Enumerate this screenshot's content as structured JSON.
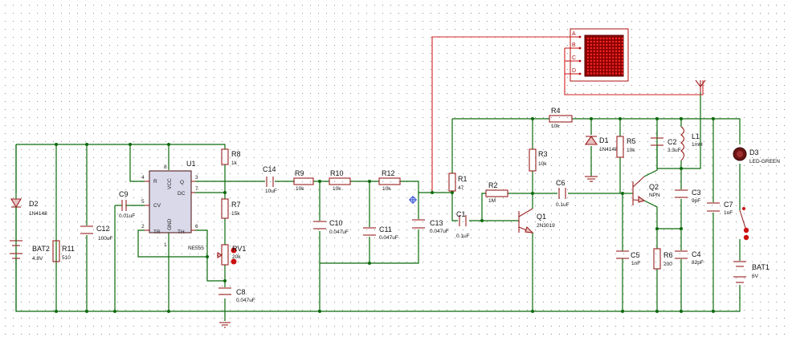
{
  "ic": {
    "ref": "U1",
    "part": "NE555",
    "pin_labels": {
      "r": "R",
      "vcc": "VCC",
      "q": "Q",
      "dc": "DC",
      "cv": "CV",
      "tr": "TR",
      "gnd": "GND",
      "th": "TH"
    },
    "pin_numbers": {
      "r": "4",
      "vcc": "8",
      "q": "3",
      "dc": "7",
      "cv": "5",
      "tr": "2",
      "gnd": "1",
      "th": "6"
    }
  },
  "display": {
    "pins": [
      "A",
      "B",
      "C",
      "D"
    ]
  },
  "colors": {
    "wire": "#0b6b0b",
    "display_wire": "#d22020",
    "component": "#9a2020",
    "grid": "#7a7a7a",
    "led_green": "#601010",
    "matrix": "#cc0000"
  },
  "components": {
    "D2": {
      "ref": "D2",
      "val": "1N4148"
    },
    "BAT2": {
      "ref": "BAT2",
      "val": "4.8V"
    },
    "R11": {
      "ref": "R11",
      "val": "510"
    },
    "C12": {
      "ref": "C12",
      "val": "100uF"
    },
    "C9": {
      "ref": "C9",
      "val": "0.01uF"
    },
    "R8": {
      "ref": "R8",
      "val": "1k"
    },
    "R7": {
      "ref": "R7",
      "val": "15k"
    },
    "RV1": {
      "ref": "RV1",
      "val": "20k"
    },
    "C8": {
      "ref": "C8",
      "val": "0.047uF"
    },
    "C14": {
      "ref": "C14",
      "val": "10uF"
    },
    "R9": {
      "ref": "R9",
      "val": "10k"
    },
    "R10": {
      "ref": "R10",
      "val": "10k"
    },
    "R12": {
      "ref": "R12",
      "val": "10k"
    },
    "C10": {
      "ref": "C10",
      "val": "0.047uF"
    },
    "C11": {
      "ref": "C11",
      "val": "0.047uF"
    },
    "C13": {
      "ref": "C13",
      "val": "0.047uF"
    },
    "R1": {
      "ref": "R1",
      "val": "47"
    },
    "C1": {
      "ref": "C1",
      "val": "0.1uF"
    },
    "R2": {
      "ref": "R2",
      "val": "1M"
    },
    "R3": {
      "ref": "R3",
      "val": "10k"
    },
    "Q1": {
      "ref": "Q1",
      "val": "2N3019"
    },
    "C6": {
      "ref": "C6",
      "val": "0.1uF"
    },
    "R4": {
      "ref": "R4",
      "val": "10k"
    },
    "D1": {
      "ref": "D1",
      "val": "1N4148"
    },
    "R5": {
      "ref": "R5",
      "val": "10k"
    },
    "C5": {
      "ref": "C5",
      "val": "1nF"
    },
    "Q2": {
      "ref": "Q2",
      "val": "NPN"
    },
    "R6": {
      "ref": "R6",
      "val": "200"
    },
    "C2": {
      "ref": "C2",
      "val": "3.3uF"
    },
    "L1": {
      "ref": "L1",
      "val": "1mH"
    },
    "C3": {
      "ref": "C3",
      "val": "9pF"
    },
    "C4": {
      "ref": "C4",
      "val": "82pF"
    },
    "C7": {
      "ref": "C7",
      "val": "1nF"
    },
    "D3": {
      "ref": "D3",
      "val": "LED-GREEN"
    },
    "BAT1": {
      "ref": "BAT1",
      "val": "6V"
    }
  }
}
